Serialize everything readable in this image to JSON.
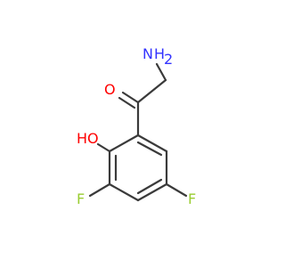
{
  "molecule": {
    "atoms": {
      "amine": {
        "symbol": "H",
        "sub": "2",
        "prefix": "N",
        "color": "#3333ff"
      },
      "carbonyl_o": {
        "symbol": "O",
        "color": "#ff0000"
      },
      "hydroxyl": {
        "symbol": "HO",
        "color": "#ff0000"
      },
      "fluorine_left": {
        "symbol": "F",
        "color": "#9acd32"
      },
      "fluorine_right": {
        "symbol": "F",
        "color": "#9acd32"
      }
    },
    "bond_color": "#3a3a3a"
  }
}
